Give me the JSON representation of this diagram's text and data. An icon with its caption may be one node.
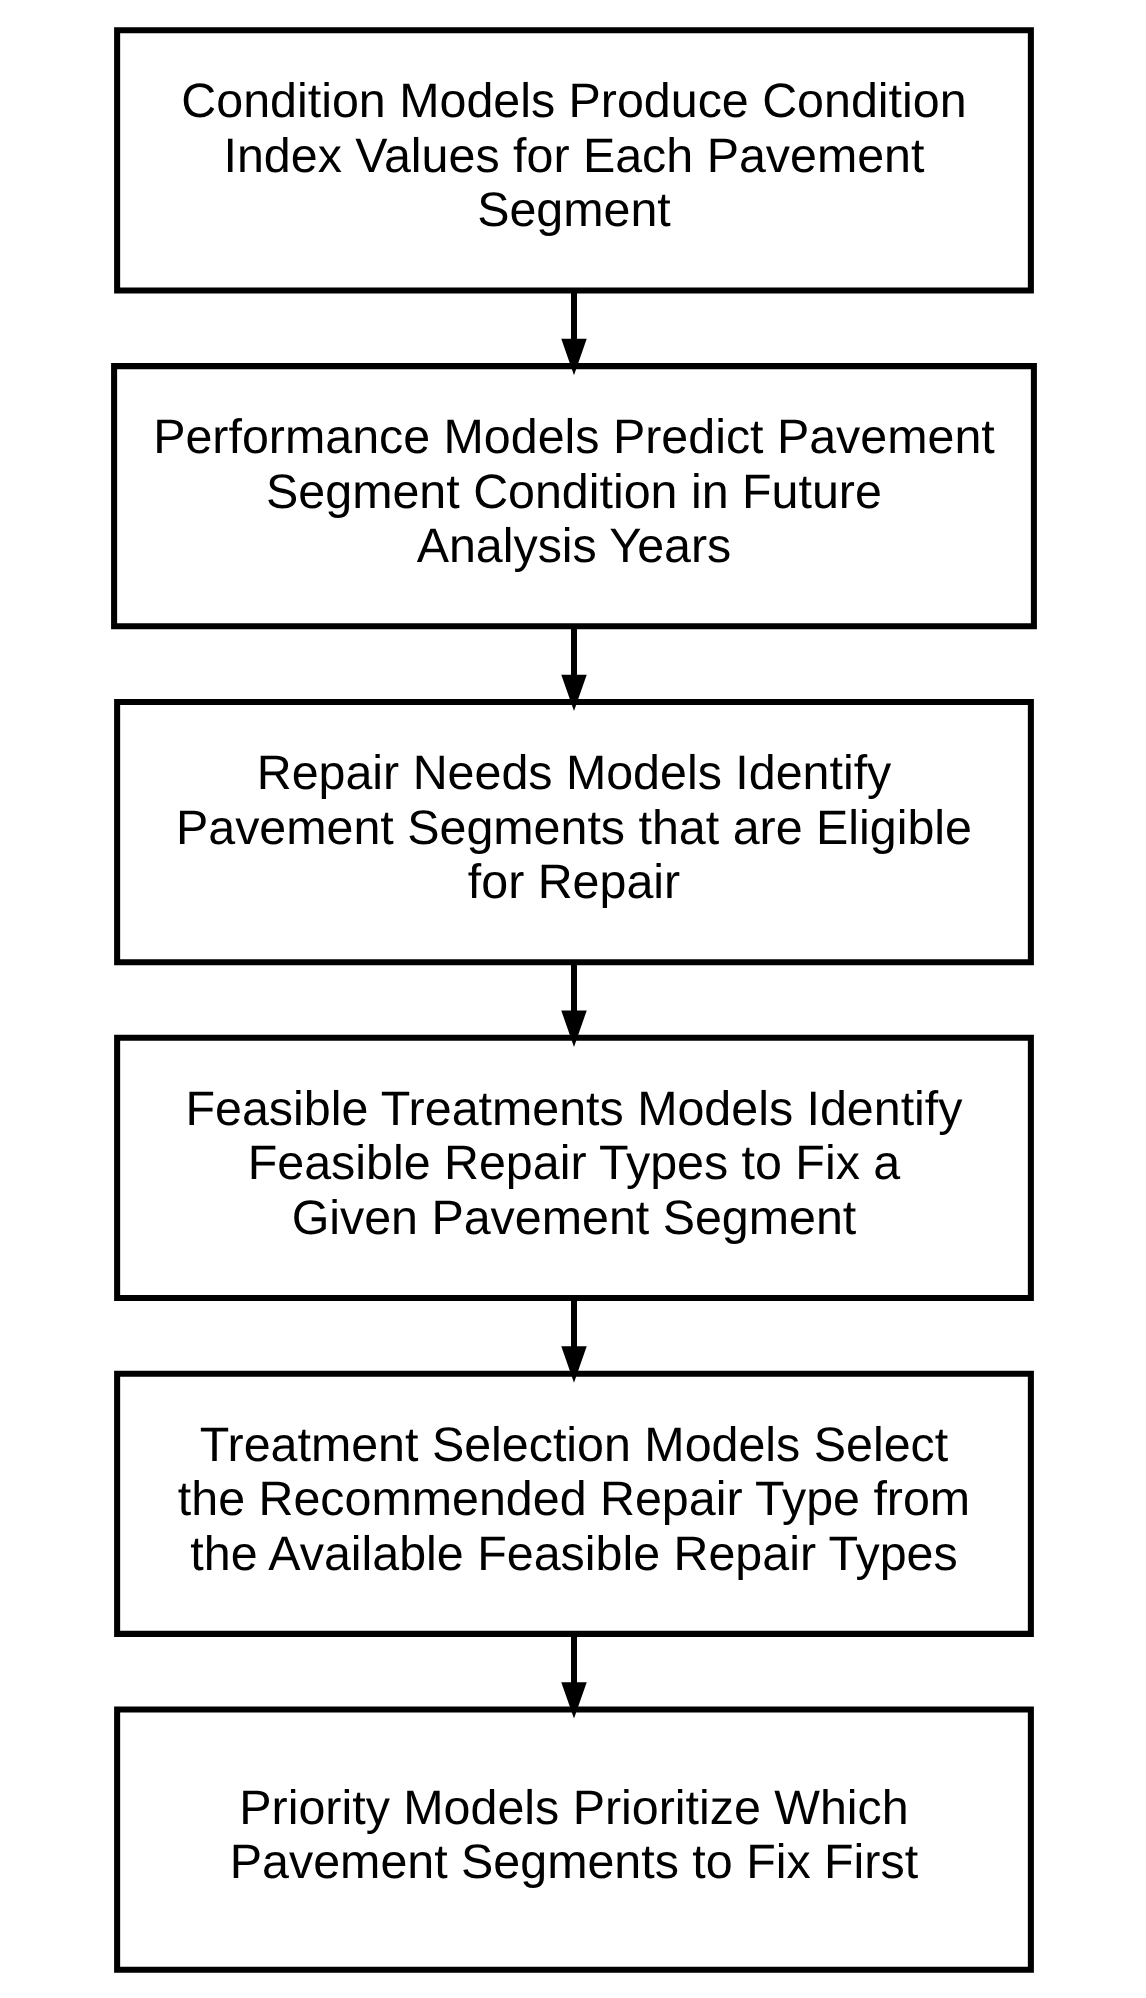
{
  "diagram": {
    "nodes": [
      {
        "text": [
          "Condition Models Produce Condition Index Values for Each Pavement Segment"
        ]
      },
      {
        "text": [
          "Performance Models Predict Pavement Segment Condition in Future Analysis Years"
        ]
      },
      {
        "text": [
          "Repair Needs Models Identify Pavement Segments that are Eligible for Repair"
        ]
      },
      {
        "text": [
          "Feasible Treatments Models Identify Feasible Repair Types to Fix a Given Pavement Segment"
        ]
      },
      {
        "text": [
          "Treatment Selection Models Select the Recommended Repair Type from the Available Feasible Repair Types"
        ]
      },
      {
        "text": [
          "Priority Models Prioritize Which Pavement Segments to Fix First"
        ]
      }
    ],
    "edges": [
      {
        "from": 0,
        "to": 1,
        "arrow": "to"
      },
      {
        "from": 1,
        "to": 2,
        "arrow": "to"
      },
      {
        "from": 2,
        "to": 3,
        "arrow": "to"
      },
      {
        "from": 3,
        "to": 4,
        "arrow": "to"
      },
      {
        "from": 4,
        "to": 5,
        "arrow": "to"
      }
    ]
  }
}
